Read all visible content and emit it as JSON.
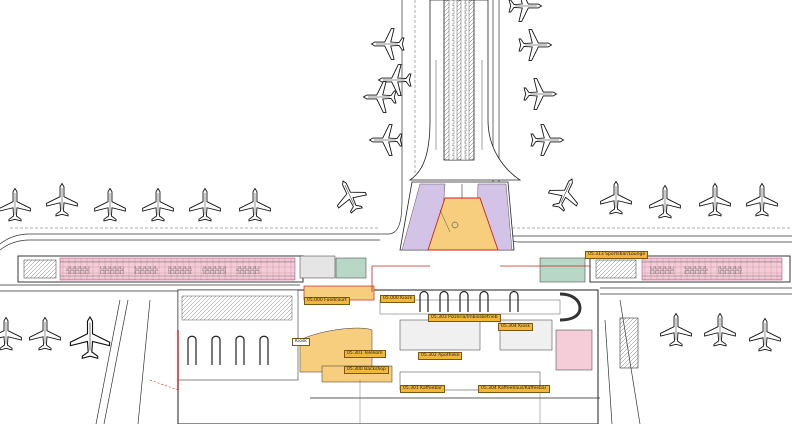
{
  "plan": {
    "unit_labels": [
      {
        "id": "foodcourt",
        "text": "05.000 Foodcourt"
      },
      {
        "id": "kiosk-top",
        "text": "05.000 Kiosk"
      },
      {
        "id": "pizza",
        "text": "05.303 Pizzeria/Imbissbetrieb"
      },
      {
        "id": "kiosk-right",
        "text": "05.304 Kiosk"
      },
      {
        "id": "sportsbar",
        "text": "05.313 Sportsbar/Lounge"
      },
      {
        "id": "telekom",
        "text": "05.301 Telekom"
      },
      {
        "id": "apotheke",
        "text": "05.302 Apotheke"
      },
      {
        "id": "backshop",
        "text": "05.300 Backshop"
      },
      {
        "id": "kaffeebar",
        "text": "05.301 Kaffeebar"
      },
      {
        "id": "kaffeeh",
        "text": "05.304 Kaffeehaus/Kaffeebar"
      },
      {
        "id": "kiosk-left",
        "text": "Kiosk"
      }
    ]
  }
}
